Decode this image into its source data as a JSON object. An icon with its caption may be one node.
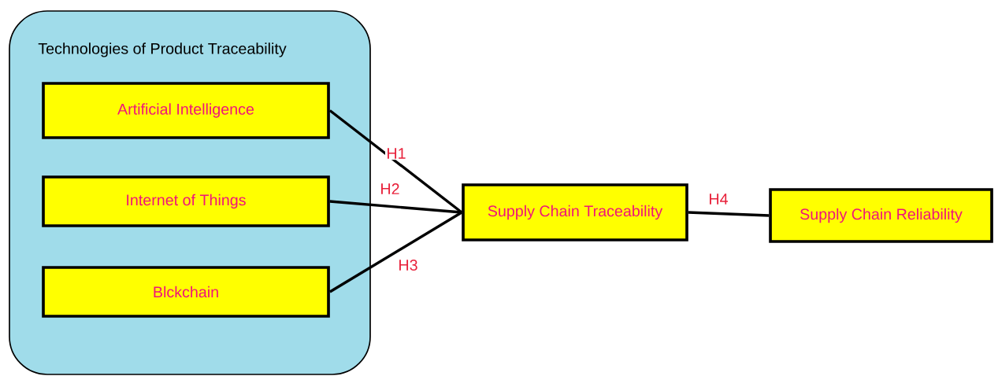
{
  "diagram": {
    "nodes": [
      {
        "text": [
          "Technologies of Product Traceability"
        ]
      },
      {
        "text": [
          "Artificial Intelligence"
        ],
        "in": 0
      },
      {
        "text": [
          "Internet of Things"
        ],
        "in": 0
      },
      {
        "text": [
          "Blckchain"
        ],
        "in": 0
      },
      {
        "text": [
          "Supply Chain Traceability"
        ]
      },
      {
        "text": [
          "Supply Chain Reliability"
        ]
      }
    ],
    "edges": [
      {
        "from": 1,
        "to": 4,
        "arrow": "none",
        "label": "H1"
      },
      {
        "from": 2,
        "to": 4,
        "arrow": "none",
        "label": "H2"
      },
      {
        "from": 3,
        "to": 4,
        "arrow": "none",
        "label": "H3"
      },
      {
        "from": 4,
        "to": 5,
        "arrow": "none",
        "label": "H4"
      }
    ]
  }
}
